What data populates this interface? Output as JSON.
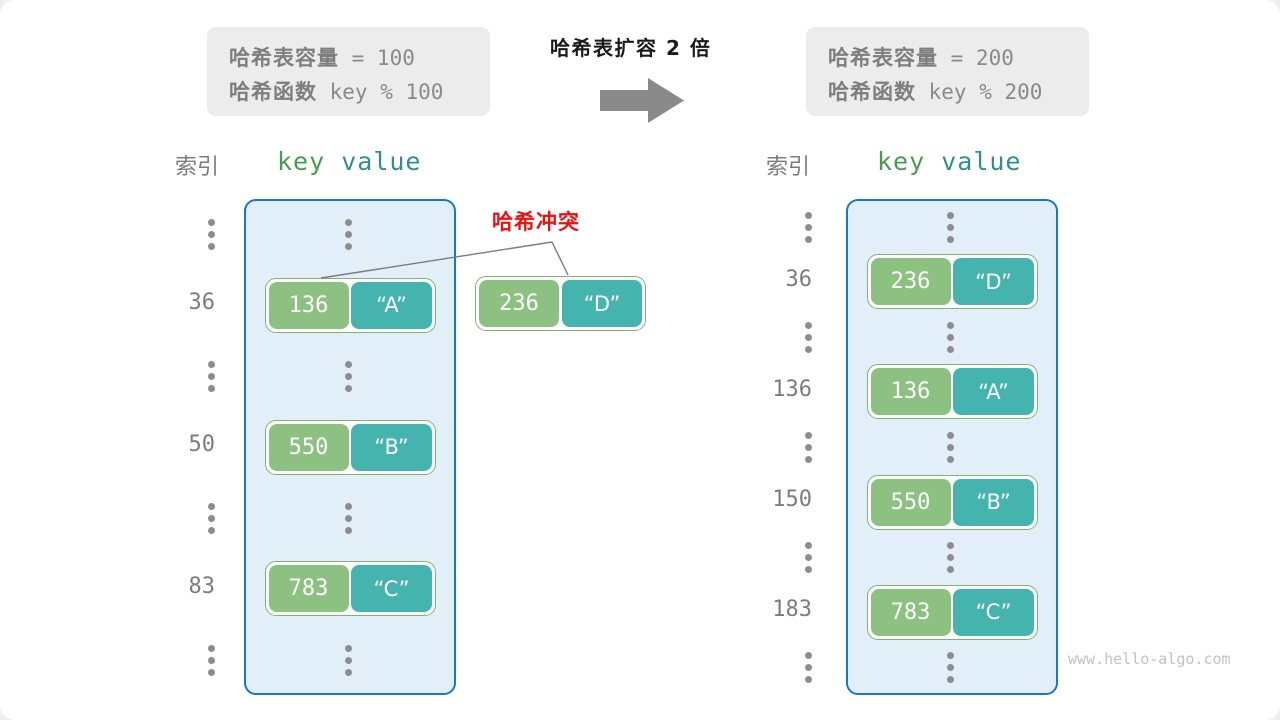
{
  "page": {
    "watermark": "www.hello-algo.com",
    "accent_blue": "#1878c8",
    "table_fill": "#e2eff9",
    "key_green": "#8cc182",
    "value_teal": "#45b3ae",
    "collision_red": "#ee1111"
  },
  "before": {
    "capacity_line": "哈希表容量 = 100",
    "capacity_zh": "哈希表容量",
    "capacity_expr": " = 100",
    "hashfn_zh": "哈希函数",
    "hashfn_expr": " key % 100",
    "header_index": "索引",
    "header_key": "key",
    "header_value": "value",
    "rows": [
      {
        "index": "⋮",
        "type": "dots"
      },
      {
        "index": "36",
        "type": "entry",
        "key": "136",
        "value": "“A”"
      },
      {
        "index": "⋮",
        "type": "dots"
      },
      {
        "index": "50",
        "type": "entry",
        "key": "550",
        "value": "“B”"
      },
      {
        "index": "⋮",
        "type": "dots"
      },
      {
        "index": "83",
        "type": "entry",
        "key": "783",
        "value": "“C”"
      },
      {
        "index": "⋮",
        "type": "dots"
      }
    ],
    "overflow_entry": {
      "key": "236",
      "value": "“D”"
    },
    "collision_label": "哈希冲突"
  },
  "transition": {
    "caption": "哈希表扩容 2 倍",
    "arrow": "right-arrow-icon"
  },
  "after": {
    "capacity_zh": "哈希表容量",
    "capacity_expr": " = 200",
    "hashfn_zh": "哈希函数",
    "hashfn_expr": " key % 200",
    "header_index": "索引",
    "header_key": "key",
    "header_value": "value",
    "rows": [
      {
        "index": "⋮",
        "type": "dots"
      },
      {
        "index": "36",
        "type": "entry",
        "key": "236",
        "value": "“D”"
      },
      {
        "index": "⋮",
        "type": "dots"
      },
      {
        "index": "136",
        "type": "entry",
        "key": "136",
        "value": "“A”"
      },
      {
        "index": "⋮",
        "type": "dots"
      },
      {
        "index": "150",
        "type": "entry",
        "key": "550",
        "value": "“B”"
      },
      {
        "index": "⋮",
        "type": "dots"
      },
      {
        "index": "183",
        "type": "entry",
        "key": "783",
        "value": "“C”"
      },
      {
        "index": "⋮",
        "type": "dots"
      }
    ]
  }
}
